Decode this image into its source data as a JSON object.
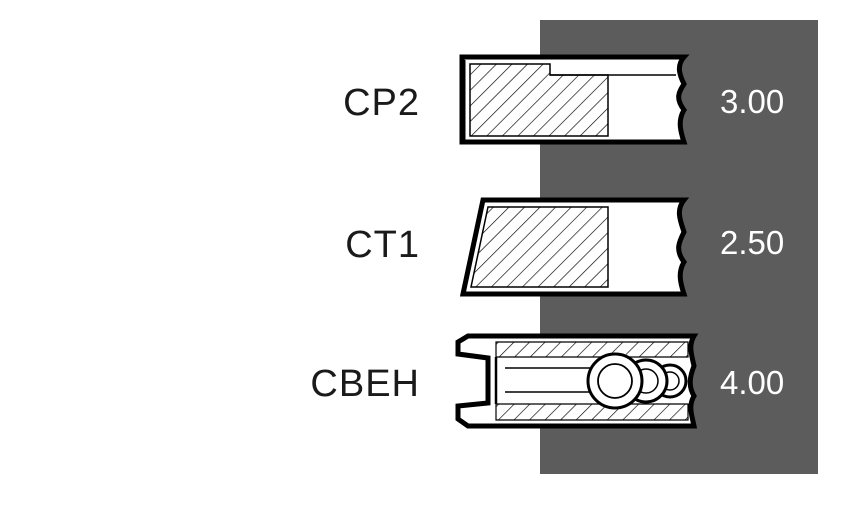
{
  "colors": {
    "panel": "#5c5c5c",
    "outline": "#000000",
    "background": "#ffffff",
    "value_text": "#ffffff",
    "label_text": "#1a1a1a"
  },
  "rings": [
    {
      "label": "CP2",
      "value": "3.00"
    },
    {
      "label": "CT1",
      "value": "2.50"
    },
    {
      "label": "CBEH",
      "value": "4.00"
    }
  ]
}
